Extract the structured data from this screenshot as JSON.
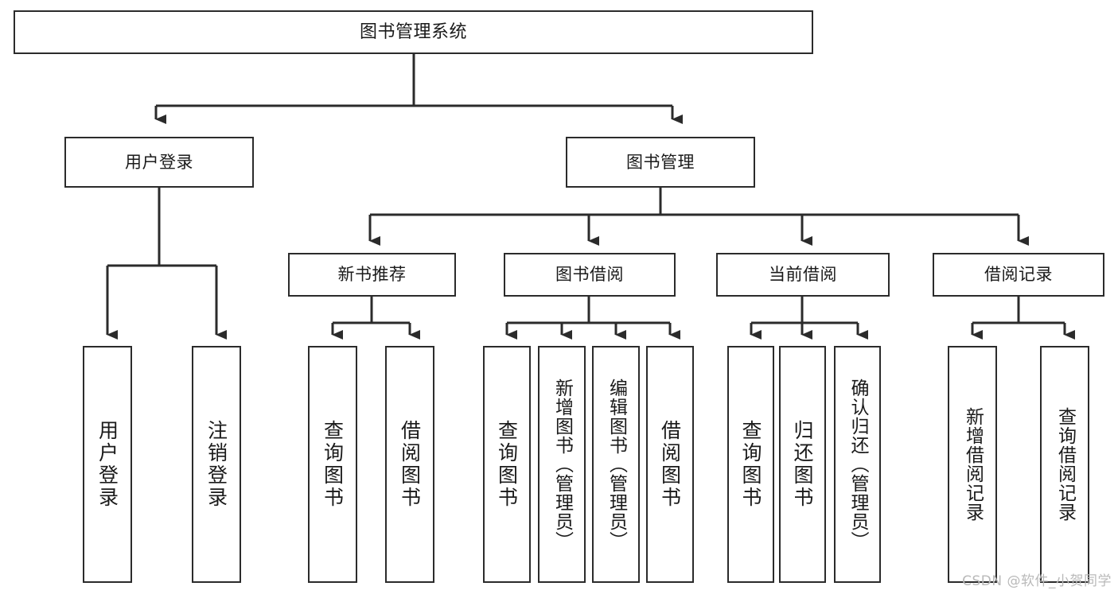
{
  "diagram": {
    "title": "图书管理系统",
    "type": "功能结构图",
    "watermark": "CSDN @软件_小贺同学",
    "colors": {
      "background": "#ffffff",
      "box_border": "#2b2b2b",
      "connector": "#2b2b2b",
      "text": "#1a1a1a",
      "watermark": "#b9b9b9"
    }
  },
  "root": {
    "label": "图书管理系统"
  },
  "level2": [
    {
      "label": "用户登录"
    },
    {
      "label": "图书管理"
    }
  ],
  "level3": [
    {
      "label": "新书推荐"
    },
    {
      "label": "图书借阅"
    },
    {
      "label": "当前借阅"
    },
    {
      "label": "借阅记录"
    }
  ],
  "leaves": {
    "user_login": [
      {
        "label": "用户登录"
      },
      {
        "label": "注销登录"
      }
    ],
    "new_book_rec": [
      {
        "label": "查询图书"
      },
      {
        "label": "借阅图书"
      }
    ],
    "book_borrow": [
      {
        "label": "查询图书"
      },
      {
        "label": "新增图书（管理员）"
      },
      {
        "label": "编辑图书（管理员）"
      },
      {
        "label": "借阅图书"
      }
    ],
    "current_borrow": [
      {
        "label": "查询图书"
      },
      {
        "label": "归还图书"
      },
      {
        "label": "确认归还（管理员）"
      }
    ],
    "borrow_record": [
      {
        "label": "新增借阅记录"
      },
      {
        "label": "查询借阅记录"
      }
    ]
  }
}
